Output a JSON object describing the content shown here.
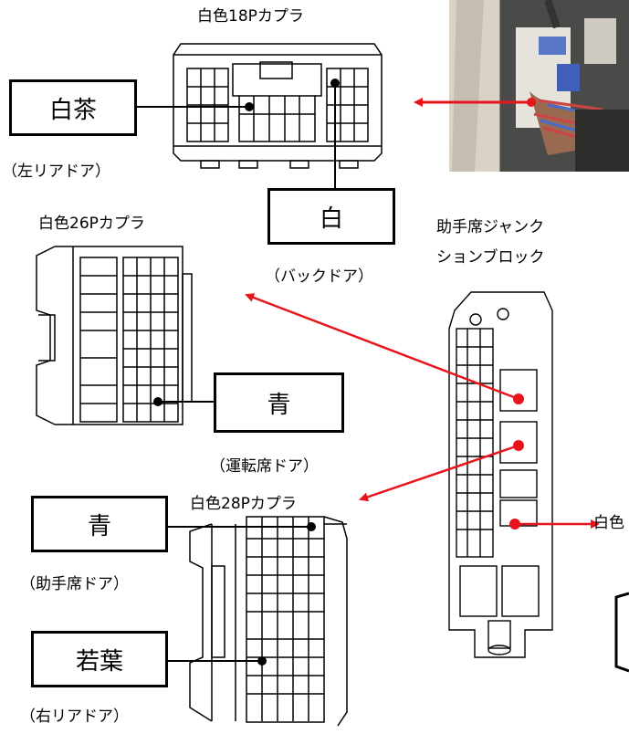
{
  "connectors": {
    "c18": {
      "title": "白色18Pカプラ"
    },
    "c26": {
      "title": "白色26Pカプラ"
    },
    "c28": {
      "title": "白色28Pカプラ"
    },
    "cright": {
      "title": "白色"
    }
  },
  "wires": {
    "shiracha": {
      "label": "白茶",
      "door": "（左リアドア）"
    },
    "shiro": {
      "label": "白",
      "door": "（バックドア）"
    },
    "ao_driver": {
      "label": "青",
      "door": "（運転席ドア）"
    },
    "ao_passenger": {
      "label": "青",
      "door": "（助手席ドア）"
    },
    "wakaba": {
      "label": "若葉",
      "door": "（右リアドア）"
    }
  },
  "junction_block": {
    "line1": "助手席ジャンク",
    "line2": "ションブロック"
  },
  "colors": {
    "arrow": "#e8141c",
    "dot": "#000000"
  }
}
